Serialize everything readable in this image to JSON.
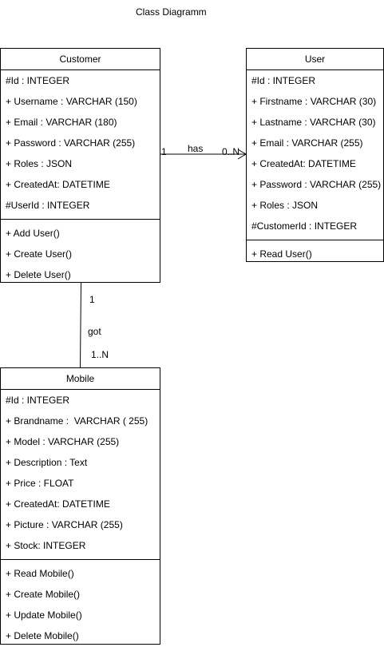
{
  "title": "Class Diagramm",
  "classes": {
    "customer": {
      "name": "Customer",
      "attributes": [
        "#Id : INTEGER",
        "+ Username : VARCHAR (150)",
        "+ Email : VARCHAR (180)",
        "+ Password : VARCHAR (255)",
        "+ Roles : JSON",
        "+ CreatedAt: DATETIME",
        "#UserId : INTEGER"
      ],
      "methods": [
        "+ Add User()",
        "+ Create User()",
        "+ Delete User()"
      ]
    },
    "user": {
      "name": "User",
      "attributes": [
        "#Id : INTEGER",
        "+ Firstname : VARCHAR (30)",
        "+ Lastname : VARCHAR (30)",
        "+ Email : VARCHAR (255)",
        "+ CreatedAt: DATETIME",
        "+ Password : VARCHAR (255)",
        "+ Roles : JSON",
        "#CustomerId : INTEGER"
      ],
      "methods": [
        "+ Read User()"
      ]
    },
    "mobile": {
      "name": "Mobile",
      "attributes": [
        "#Id : INTEGER",
        "+ Brandname :  VARCHAR ( 255)",
        "+ Model : VARCHAR (255)",
        "+ Description : Text",
        "+ Price : FLOAT",
        "+ CreatedAt: DATETIME",
        "+ Picture : VARCHAR (255)",
        "+ Stock: INTEGER"
      ],
      "methods": [
        "+ Read Mobile()",
        "+ Create Mobile()",
        "+ Update Mobile()",
        "+ Delete Mobile()"
      ]
    }
  },
  "relations": {
    "has": {
      "label": "has",
      "source_multiplicity": "1",
      "target_multiplicity": "0..N"
    },
    "got": {
      "label": "got",
      "source_multiplicity": "1",
      "target_multiplicity": "1..N"
    }
  },
  "colors": {
    "line": "#000000",
    "background": "#ffffff"
  }
}
